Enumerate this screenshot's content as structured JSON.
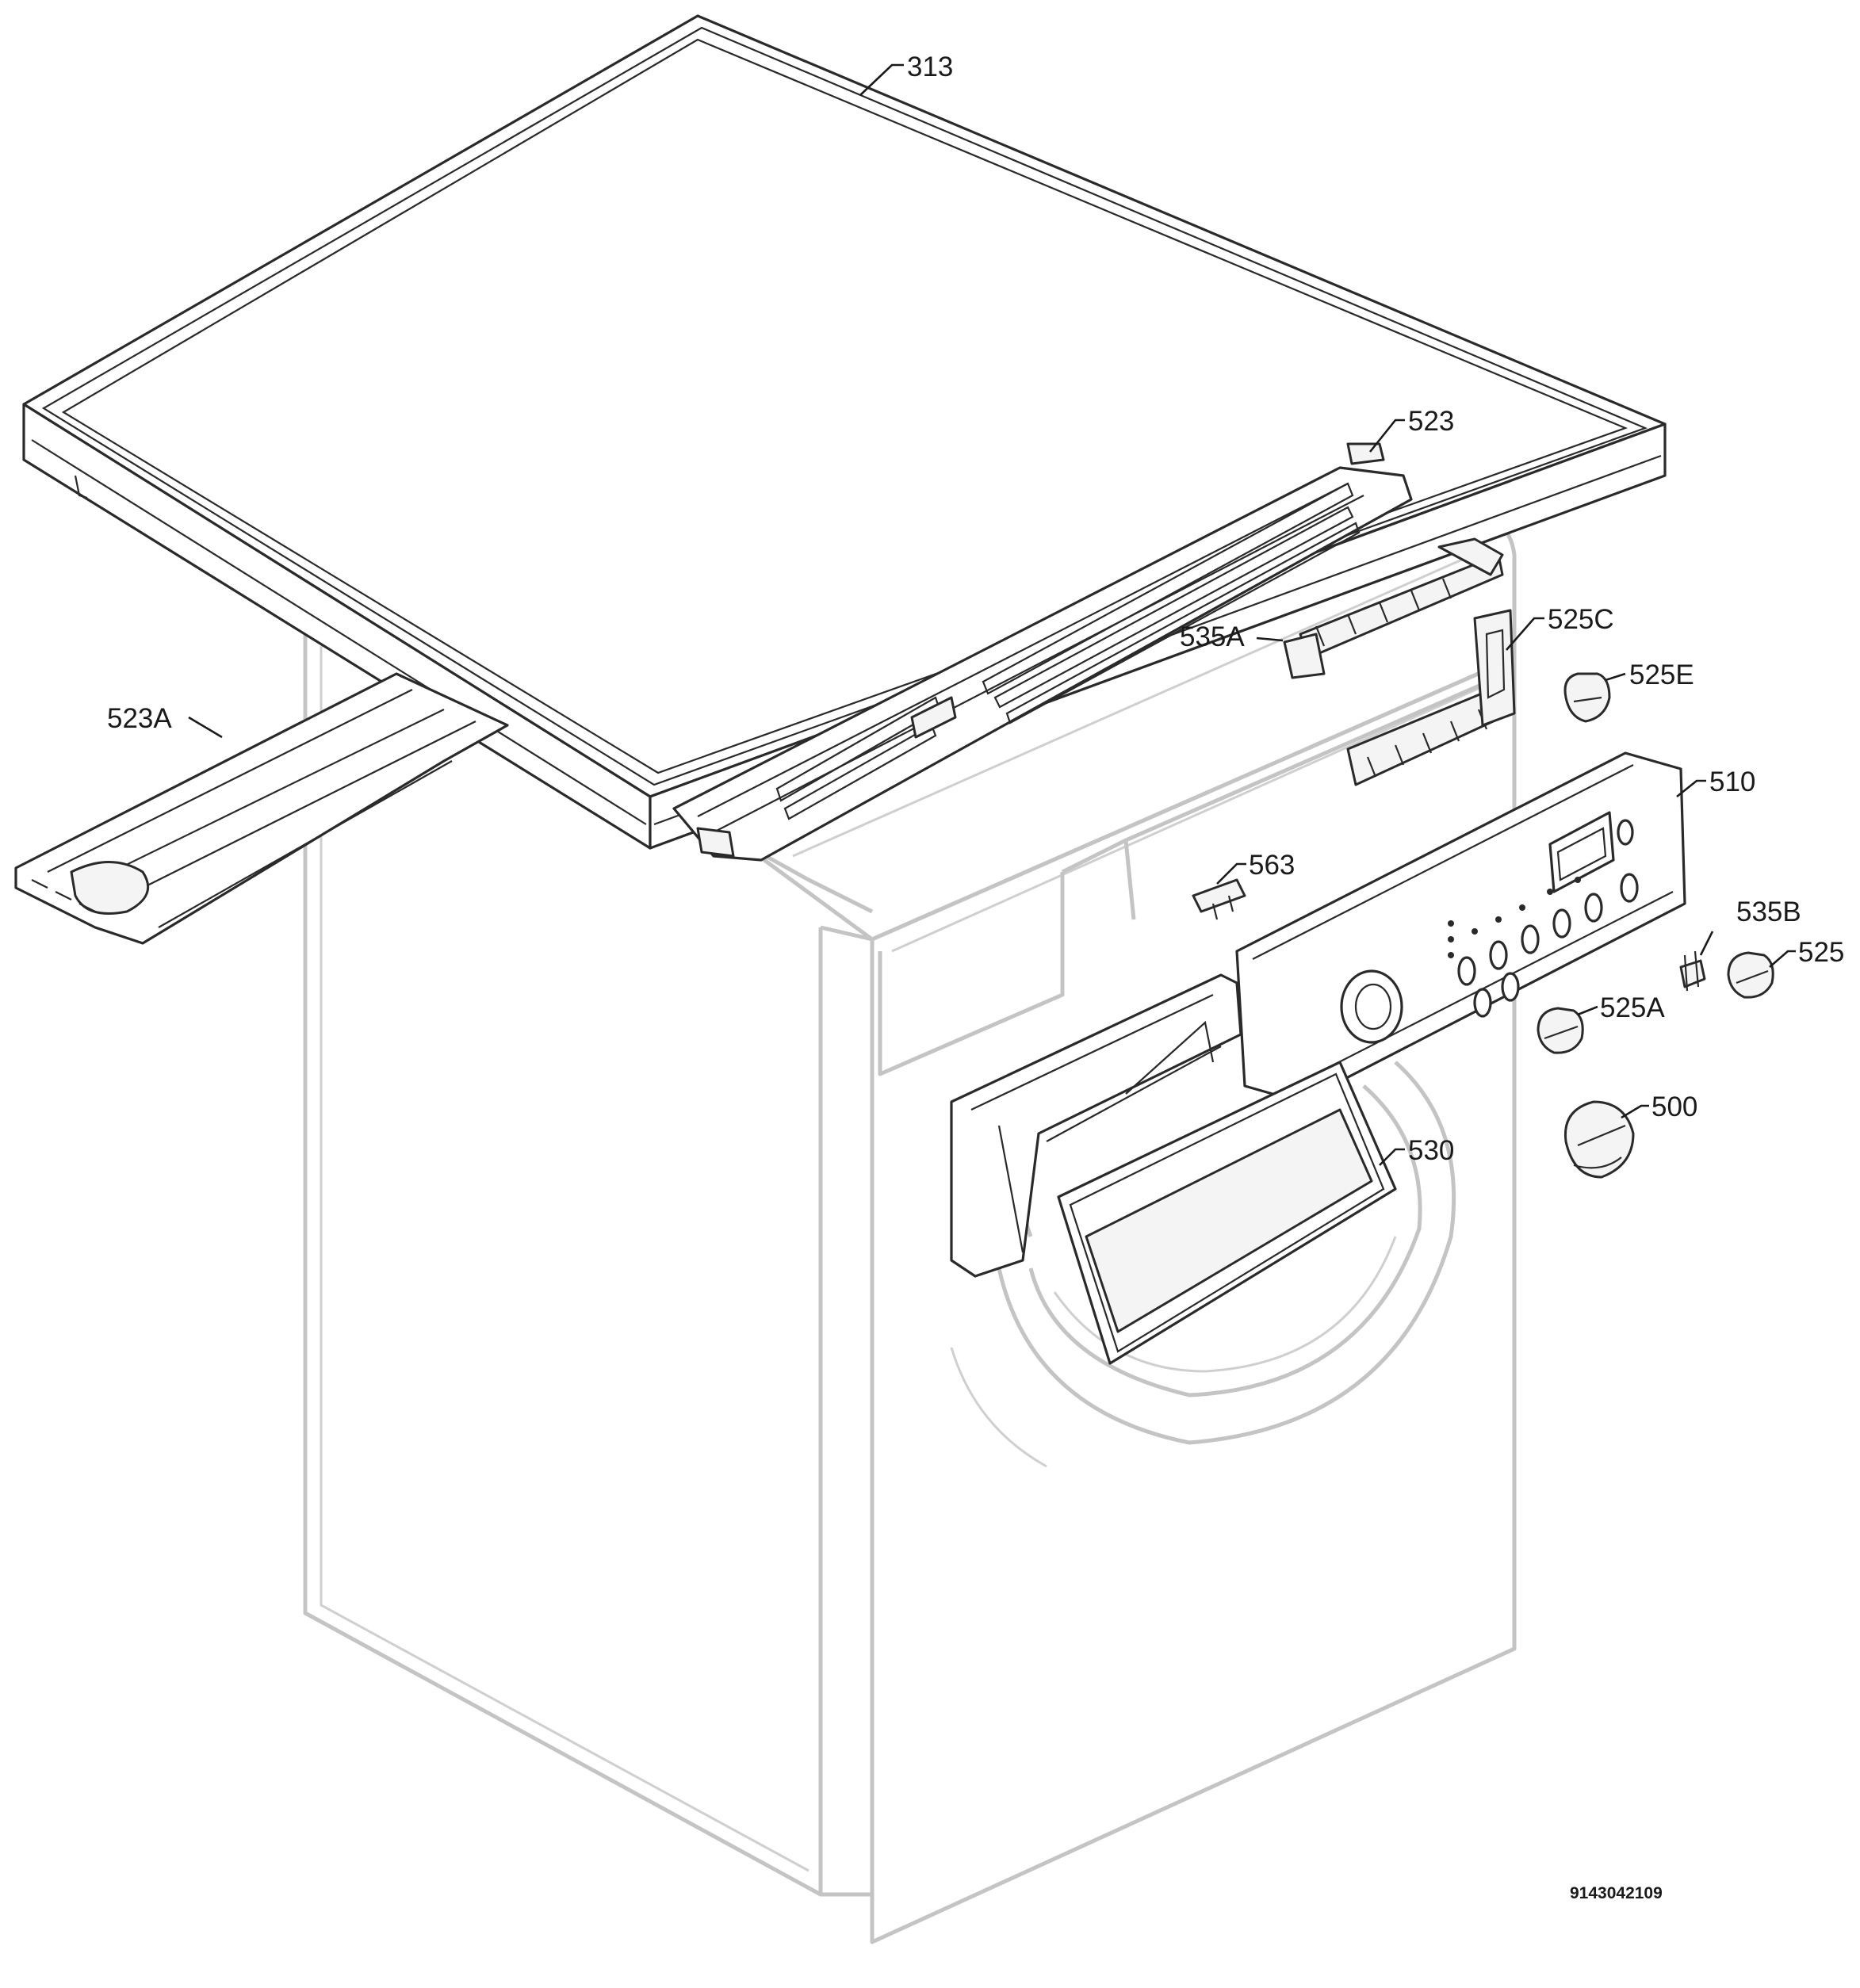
{
  "diagram": {
    "callouts": [
      {
        "id": "313",
        "label": "313"
      },
      {
        "id": "523",
        "label": "523"
      },
      {
        "id": "523A",
        "label": "523A"
      },
      {
        "id": "535A",
        "label": "535A"
      },
      {
        "id": "525C",
        "label": "525C"
      },
      {
        "id": "525E",
        "label": "525E"
      },
      {
        "id": "510",
        "label": "510"
      },
      {
        "id": "563",
        "label": "563"
      },
      {
        "id": "535B",
        "label": "535B"
      },
      {
        "id": "525",
        "label": "525"
      },
      {
        "id": "525A",
        "label": "525A"
      },
      {
        "id": "500",
        "label": "500"
      },
      {
        "id": "530",
        "label": "530"
      }
    ],
    "document_number": "9143042109"
  }
}
